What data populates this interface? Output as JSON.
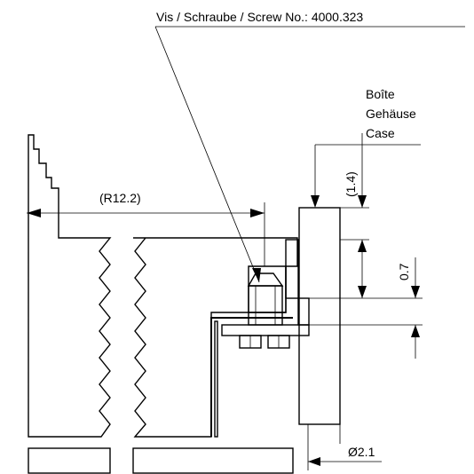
{
  "labels": {
    "screw": "Vis / Schraube / Screw No.: 4000.323",
    "case_fr": "Boîte",
    "case_de": "Gehäuse",
    "case_en": "Case",
    "dim_radius": "(R12.2)",
    "dim_1_4": "(1.4)",
    "dim_0_7": "0.7",
    "dim_diameter": "Ø2.1"
  }
}
